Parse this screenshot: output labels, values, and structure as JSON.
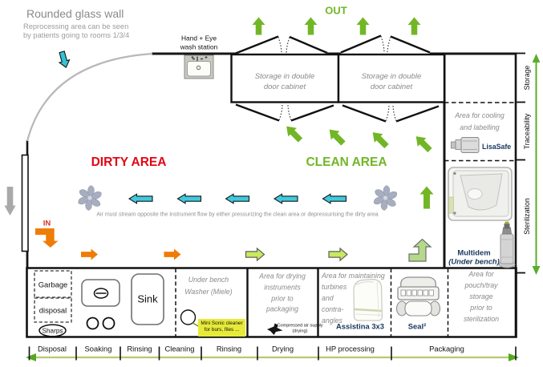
{
  "diagram": {
    "glass_wall": {
      "title": "Rounded glass wall",
      "subtitle": "Reprocessing area can be seen\nby patients going to rooms 1/3/4"
    },
    "wash_station": "Hand + Eye\nwash station",
    "out": "OUT",
    "in": "IN",
    "dirty_area": "DIRTY AREA",
    "clean_area": "CLEAN AREA",
    "air_note": "Air must stream opposite the instrument flow by either pressurizing the clean area or depressurising the dirty area",
    "cabinet1": "Storage in double\ndoor cabinet",
    "cabinet2": "Storage in double\ndoor cabinet",
    "right_column": {
      "cooling": "Area for cooling\nand labelling",
      "lisasafe": "LisaSafe",
      "multidem": "Multidem",
      "multidem_note": "(Under bench)"
    },
    "sidebar": {
      "storage": "Storage",
      "traceability": "Traceability",
      "sterilization": "Sterilization"
    },
    "bench": {
      "garbage_line1": "Garbage",
      "garbage_line2": "disposal",
      "sharps": "Sharps",
      "sink": "Sink",
      "washer": "Under bench\nWasher (Miele)",
      "mini_sonic": "Mini Sonic cleaner\nfor burs, files ...",
      "drying": "Area for drying\ninstruments\nprior to\npackaging",
      "compressed_air": "Compressed air supply\n(drying)",
      "maintaining": "Area for maintaining\nturbines\nand\ncontra-\nangles",
      "assistina": "Assistina 3x3",
      "seal": "Seal²",
      "pouch": "Area for\npouch/tray\nstorage\nprior to\nsterilization"
    },
    "timeline": {
      "stages": [
        "Disposal",
        "Soaking",
        "Rinsing",
        "Cleaning",
        "Rinsing",
        "Drying",
        "HP processing",
        "Packaging"
      ]
    },
    "colors": {
      "red": "#e30613",
      "green": "#72b626",
      "orange": "#ef7c06",
      "cyan": "#3fcadc",
      "navy": "#17375e",
      "gray_text": "#8a8a8a",
      "yellow": "#e7ea39",
      "timeline_green": "#b5c96d"
    }
  }
}
